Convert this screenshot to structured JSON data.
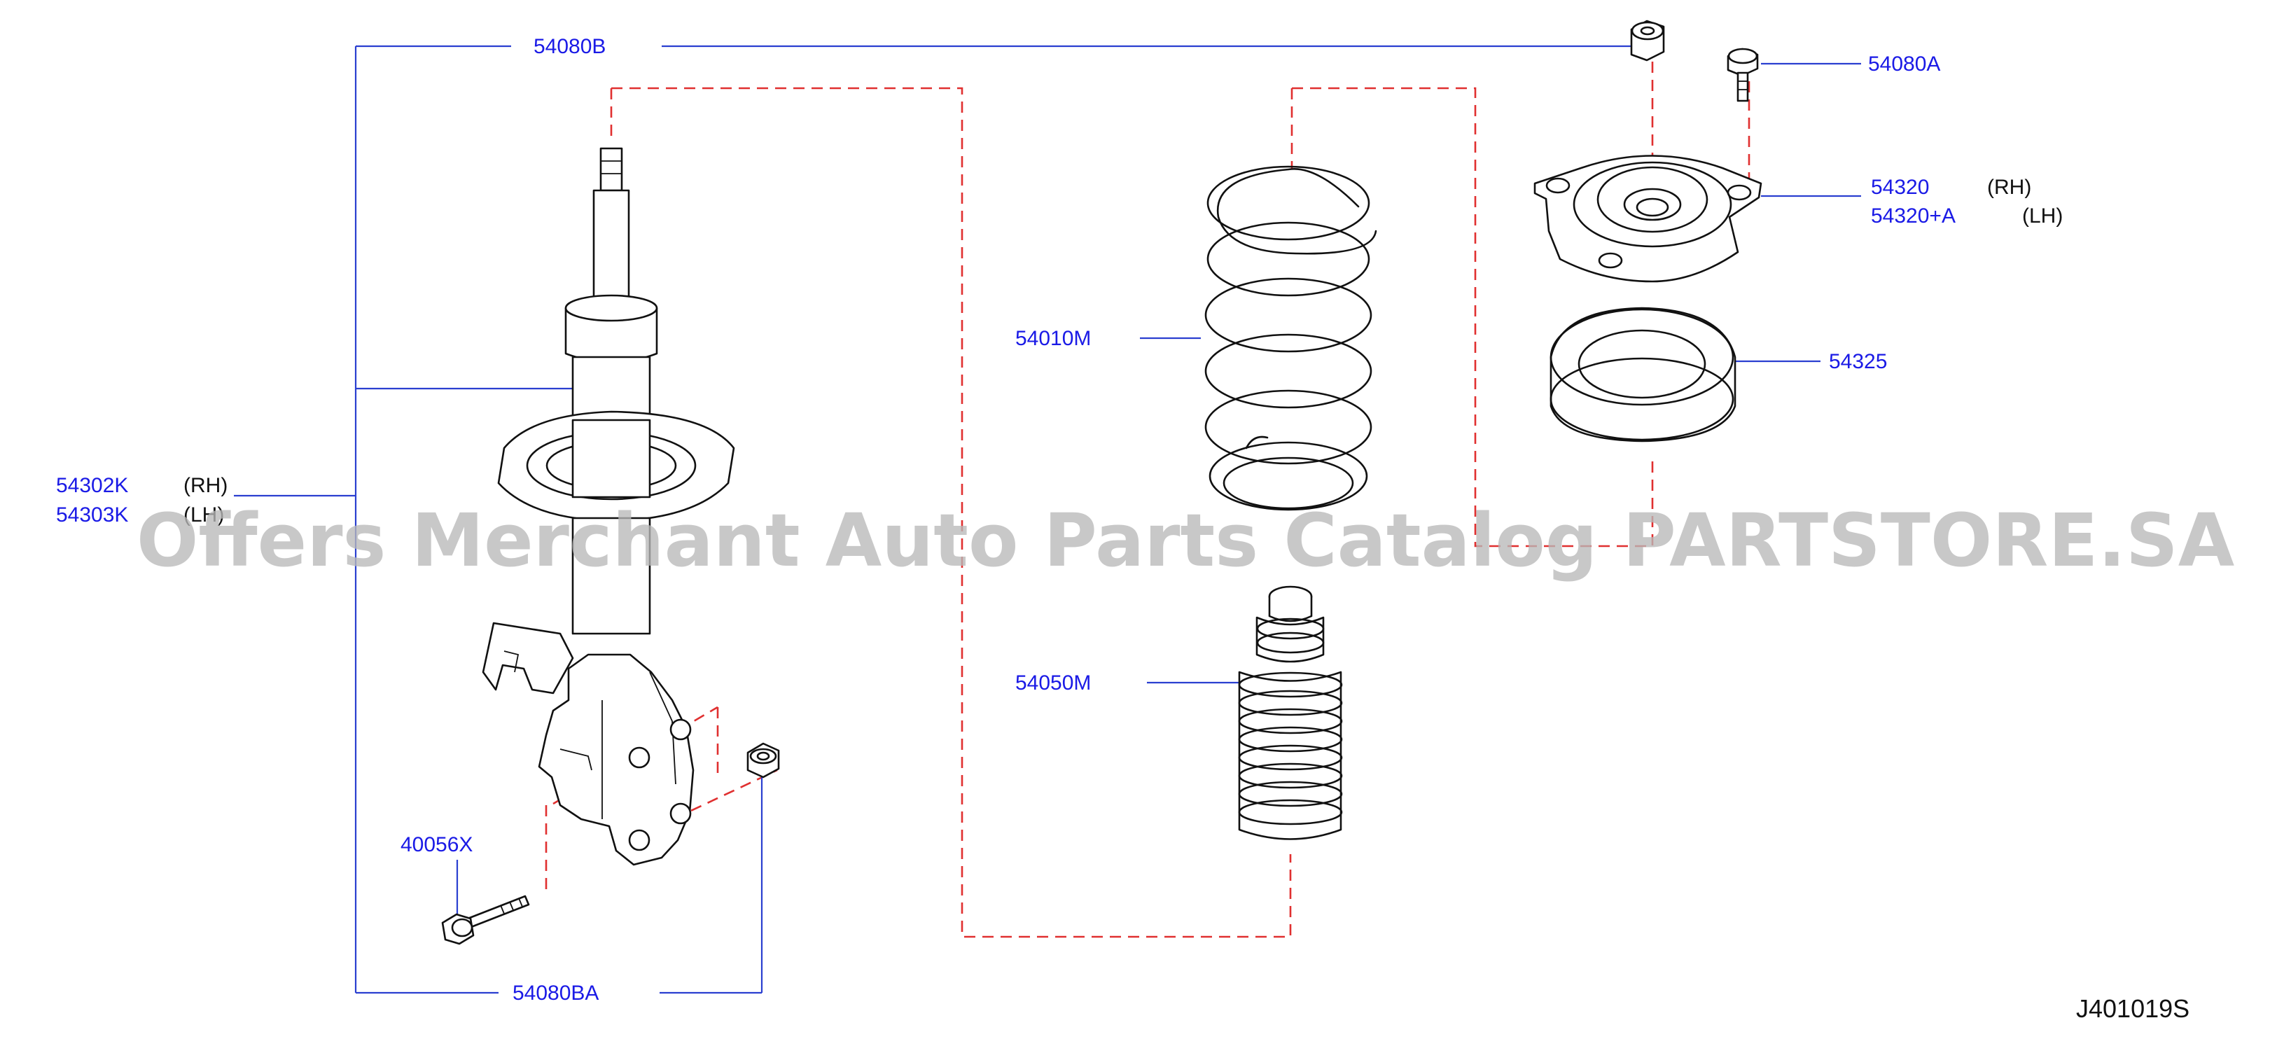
{
  "diagram": {
    "parts": [
      {
        "id": "54080B",
        "label": "54080B",
        "side": ""
      },
      {
        "id": "54080A",
        "label": "54080A",
        "side": ""
      },
      {
        "id": "54320",
        "label": "54320",
        "side": "(RH)"
      },
      {
        "id": "54320+A",
        "label": "54320+A",
        "side": "(LH)"
      },
      {
        "id": "54325",
        "label": "54325",
        "side": ""
      },
      {
        "id": "54010M",
        "label": "54010M",
        "side": ""
      },
      {
        "id": "54050M",
        "label": "54050M",
        "side": ""
      },
      {
        "id": "54302K",
        "label": "54302K",
        "side": "(RH)"
      },
      {
        "id": "54303K",
        "label": "54303K",
        "side": "(LH)"
      },
      {
        "id": "40056X",
        "label": "40056X",
        "side": ""
      },
      {
        "id": "54080BA",
        "label": "54080BA",
        "side": ""
      }
    ],
    "figure_code": "J401019S",
    "watermark": "Offers Merchant Auto Parts Catalog PARTSTORE.SA",
    "colors": {
      "part_number": "#1a1ae6",
      "leader_line": "#2a3fd0",
      "assembly_dash": "#e03030",
      "outline": "#111111",
      "watermark": "#b9b9b9"
    }
  }
}
